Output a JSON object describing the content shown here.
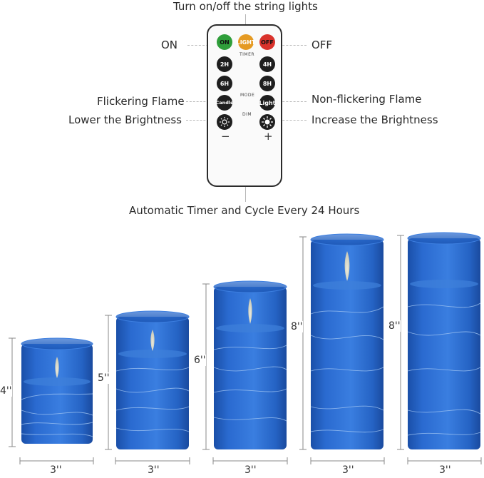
{
  "annotations": {
    "top": "Turn on/off the string lights",
    "on": "ON",
    "off": "OFF",
    "flicker": "Flickering Flame",
    "nonflicker": "Non-flickering Flame",
    "lower": "Lower the Brightness",
    "increase": "Increase the Brightness",
    "bottom": "Automatic Timer and Cycle Every 24 Hours"
  },
  "remote": {
    "on_label": "ON",
    "light_label": "LIGHT",
    "off_label": "OFF",
    "timer_label": "TIMER",
    "t2": "2H",
    "t4": "4H",
    "t6": "6H",
    "t8": "8H",
    "mode_label": "MODE",
    "candle_label": "Candle",
    "light_mode_label": "Light",
    "dim_label": "DIM",
    "minus": "−",
    "plus": "+"
  },
  "candles": [
    {
      "height": "4''",
      "width": "3''"
    },
    {
      "height": "5''",
      "width": "3''"
    },
    {
      "height": "6''",
      "width": "3''"
    },
    {
      "height": "8''",
      "width": "3''"
    },
    {
      "height": "8''",
      "width": "3''"
    }
  ],
  "colors": {
    "glass": "#1f5fc4",
    "glass_dark": "#174aa0",
    "wax": "#3c7fd8",
    "flame": "#f2e9c7"
  }
}
